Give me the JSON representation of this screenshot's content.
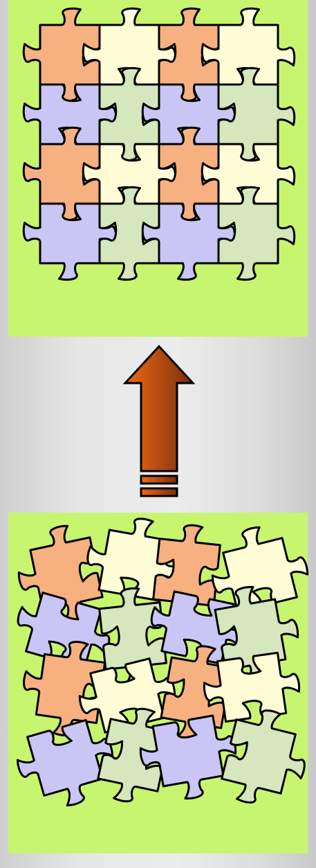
{
  "colors": {
    "panel": "#c8f56f",
    "outline": "#000000",
    "arrow_light": "#f06a14",
    "arrow_dark": "#7a2d0c",
    "pieces": {
      "orange": "#f7b07f",
      "cream": "#fffdd5",
      "lavender": "#c9c6f6",
      "sage": "#d6e6bd"
    }
  },
  "solved_pattern": [
    [
      "orange",
      "cream",
      "orange",
      "cream"
    ],
    [
      "lavender",
      "sage",
      "lavender",
      "sage"
    ],
    [
      "orange",
      "cream",
      "orange",
      "cream"
    ],
    [
      "lavender",
      "sage",
      "lavender",
      "sage"
    ]
  ],
  "scrambled_pattern": [
    [
      "orange",
      "cream",
      "orange",
      "cream"
    ],
    [
      "lavender",
      "sage",
      "lavender",
      "sage"
    ],
    [
      "orange",
      "cream",
      "orange",
      "cream"
    ],
    [
      "lavender",
      "sage",
      "lavender",
      "sage"
    ]
  ],
  "arrow": {
    "direction": "up"
  }
}
